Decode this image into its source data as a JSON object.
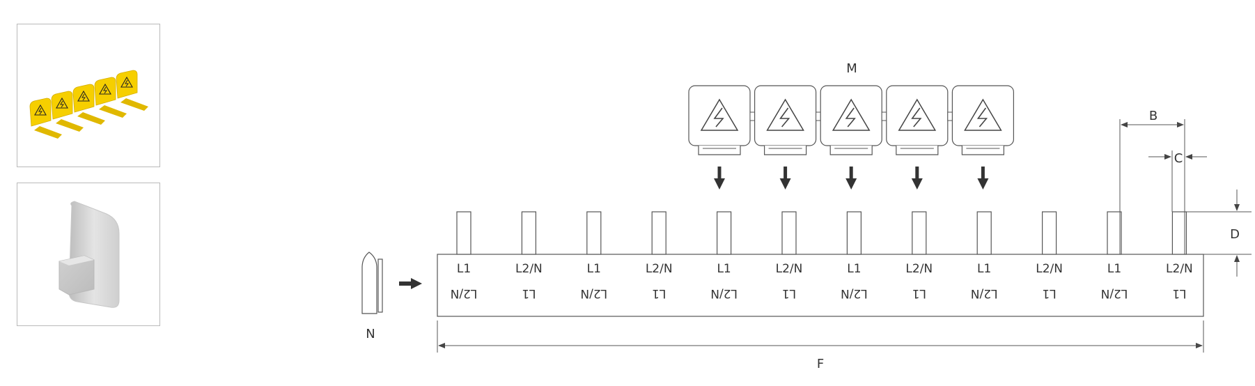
{
  "thumbnails": [
    {
      "name": "yellow-warning-covers"
    },
    {
      "name": "grey-end-cap"
    }
  ],
  "dimension_labels": {
    "M": "M",
    "B": "B",
    "C": "C",
    "D": "D",
    "F": "F",
    "N": "N"
  },
  "busbar": {
    "pin_count": 12,
    "slots": [
      {
        "top": "L1",
        "bottom": "L2/N"
      },
      {
        "top": "L2/N",
        "bottom": "L1"
      },
      {
        "top": "L1",
        "bottom": "L2/N"
      },
      {
        "top": "L2/N",
        "bottom": "L1"
      },
      {
        "top": "L1",
        "bottom": "L2/N"
      },
      {
        "top": "L2/N",
        "bottom": "L1"
      },
      {
        "top": "L1",
        "bottom": "L2/N"
      },
      {
        "top": "L2/N",
        "bottom": "L1"
      },
      {
        "top": "L1",
        "bottom": "L2/N"
      },
      {
        "top": "L2/N",
        "bottom": "L1"
      },
      {
        "top": "L1",
        "bottom": "L2/N"
      },
      {
        "top": "L2/N",
        "bottom": "L1"
      }
    ]
  },
  "protection_covers": {
    "count": 5,
    "icon": "high-voltage-warning-icon"
  },
  "colors": {
    "line": "#444444",
    "yellow": "#f6cf00",
    "grey": "#d9d9d9"
  }
}
